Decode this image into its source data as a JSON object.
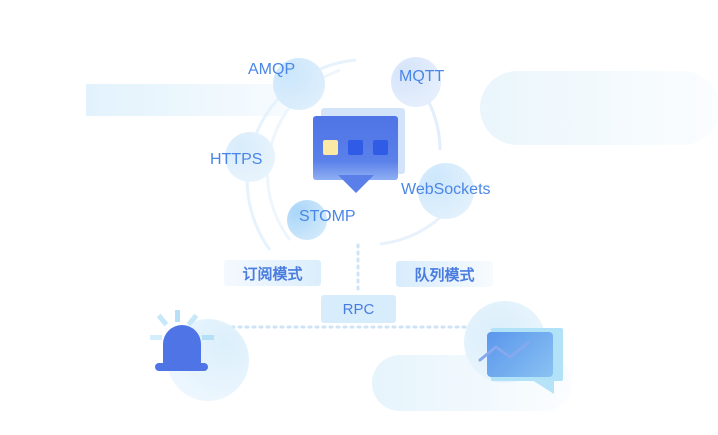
{
  "protocols": [
    {
      "id": "amqp",
      "label": "AMQP"
    },
    {
      "id": "mqtt",
      "label": "MQTT"
    },
    {
      "id": "https",
      "label": "HTTPS"
    },
    {
      "id": "websockets",
      "label": "WebSockets"
    },
    {
      "id": "stomp",
      "label": "STOMP"
    }
  ],
  "modes": {
    "subscribe": "订阅模式",
    "queue": "队列模式",
    "rpc": "RPC"
  },
  "icons": {
    "center": "message-bubble-icon",
    "alarm": "alarm-light-icon",
    "monitor": "chart-monitor-icon"
  },
  "colors": {
    "primary": "#4a7ce0",
    "label": "#4a86e8",
    "bubble": "#d6ecfb",
    "dot_yellow": "#fbe9a6",
    "dot_blue": "#2f5be6"
  }
}
